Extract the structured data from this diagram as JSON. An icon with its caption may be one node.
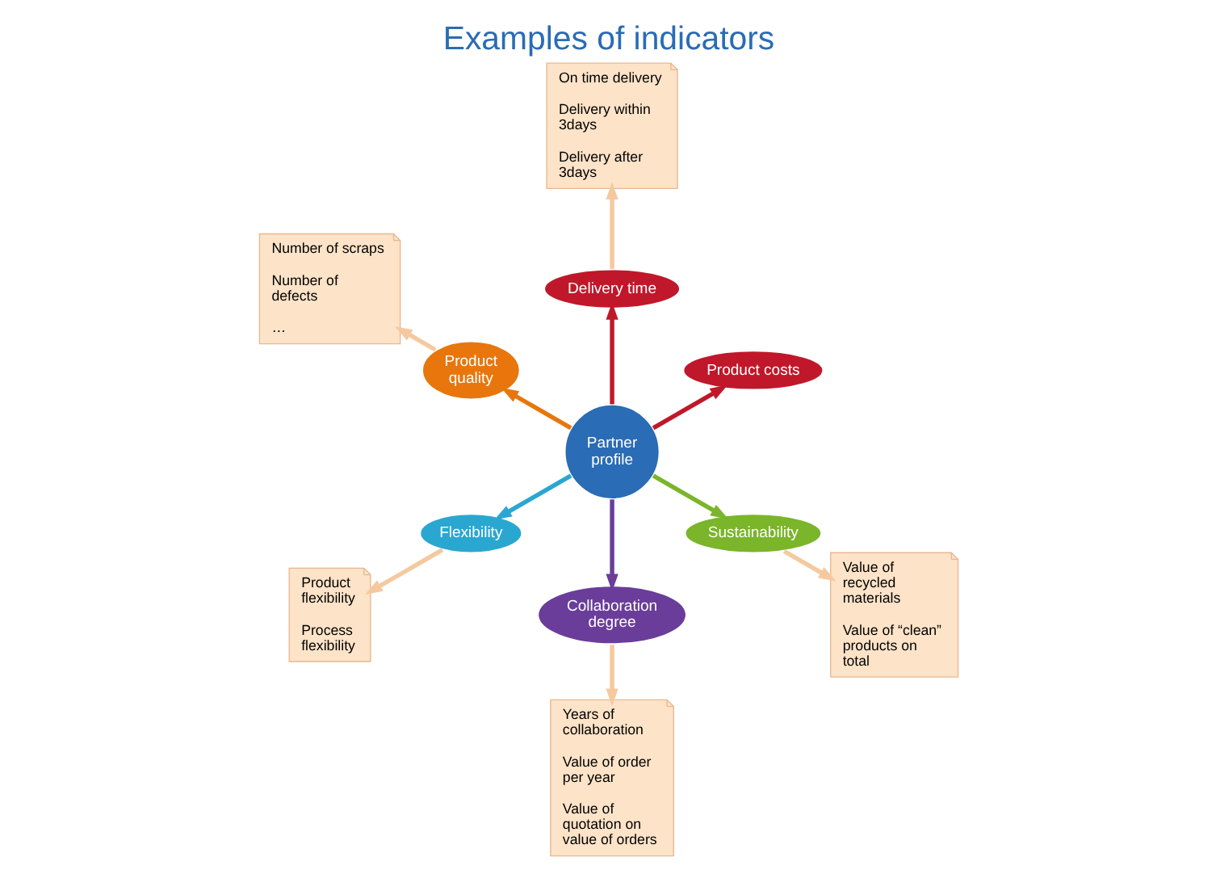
{
  "diagram": {
    "title": "Examples of indicators",
    "nodes": [
      {
        "text": [
          "Partner profile"
        ]
      },
      {
        "text": [
          "Product costs"
        ]
      },
      {
        "text": [
          "Delivery time"
        ]
      },
      {
        "text": [
          "Product quality"
        ]
      },
      {
        "text": [
          "Flexibility"
        ]
      },
      {
        "text": [
          "Collaboration degree"
        ]
      },
      {
        "text": [
          "Sustainability"
        ]
      },
      {
        "text": [
          "On time delivery",
          "Delivery within 3days",
          "Delivery after 3days"
        ]
      },
      {
        "text": [
          "Number of scraps",
          "Number of defects",
          "…"
        ]
      },
      {
        "text": [
          "Product flexibility",
          "Process flexibility"
        ]
      },
      {
        "text": [
          "Years of collaboration",
          "Value of order per year",
          "Value of quotation on value of orders"
        ]
      },
      {
        "text": [
          "Value of recycled materials",
          "Value of “clean” products on total"
        ]
      }
    ],
    "edges": [
      {
        "from": 0,
        "to": 1,
        "arrow": "to",
        "color": "#c0182a"
      },
      {
        "from": 0,
        "to": 2,
        "arrow": "to",
        "color": "#c0182a"
      },
      {
        "from": 0,
        "to": 3,
        "arrow": "to",
        "color": "#e8760c"
      },
      {
        "from": 0,
        "to": 4,
        "arrow": "to",
        "color": "#2aa7d0"
      },
      {
        "from": 0,
        "to": 5,
        "arrow": "to",
        "color": "#6a3d9a"
      },
      {
        "from": 0,
        "to": 6,
        "arrow": "to",
        "color": "#7ab52a"
      },
      {
        "from": 2,
        "to": 7,
        "arrow": "to",
        "color": "#f5c9a0"
      },
      {
        "from": 3,
        "to": 8,
        "arrow": "to",
        "color": "#f5c9a0"
      },
      {
        "from": 4,
        "to": 9,
        "arrow": "to",
        "color": "#f5c9a0"
      },
      {
        "from": 5,
        "to": 10,
        "arrow": "to",
        "color": "#f5c9a0"
      },
      {
        "from": 6,
        "to": 11,
        "arrow": "to",
        "color": "#f5c9a0"
      }
    ]
  }
}
